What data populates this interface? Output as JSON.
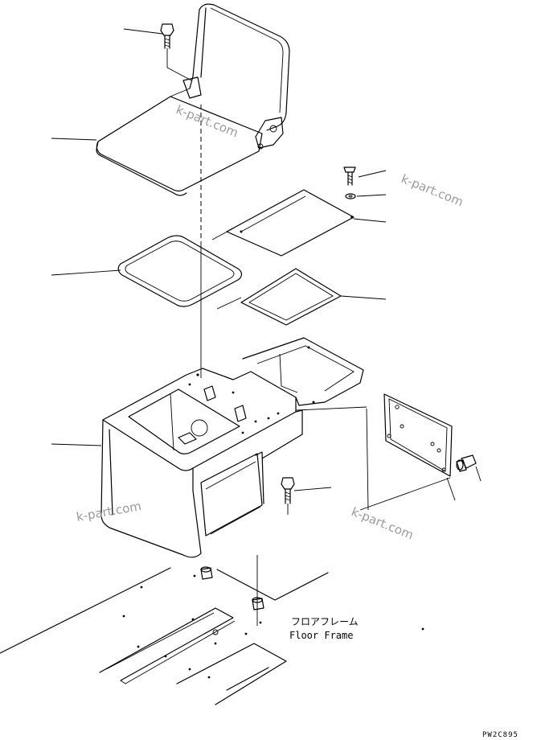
{
  "watermark": "k-part.com",
  "floor_frame_label_ja": "フロアフレーム",
  "floor_frame_label_en": "Floor Frame",
  "drawing_code": "PW2C895"
}
